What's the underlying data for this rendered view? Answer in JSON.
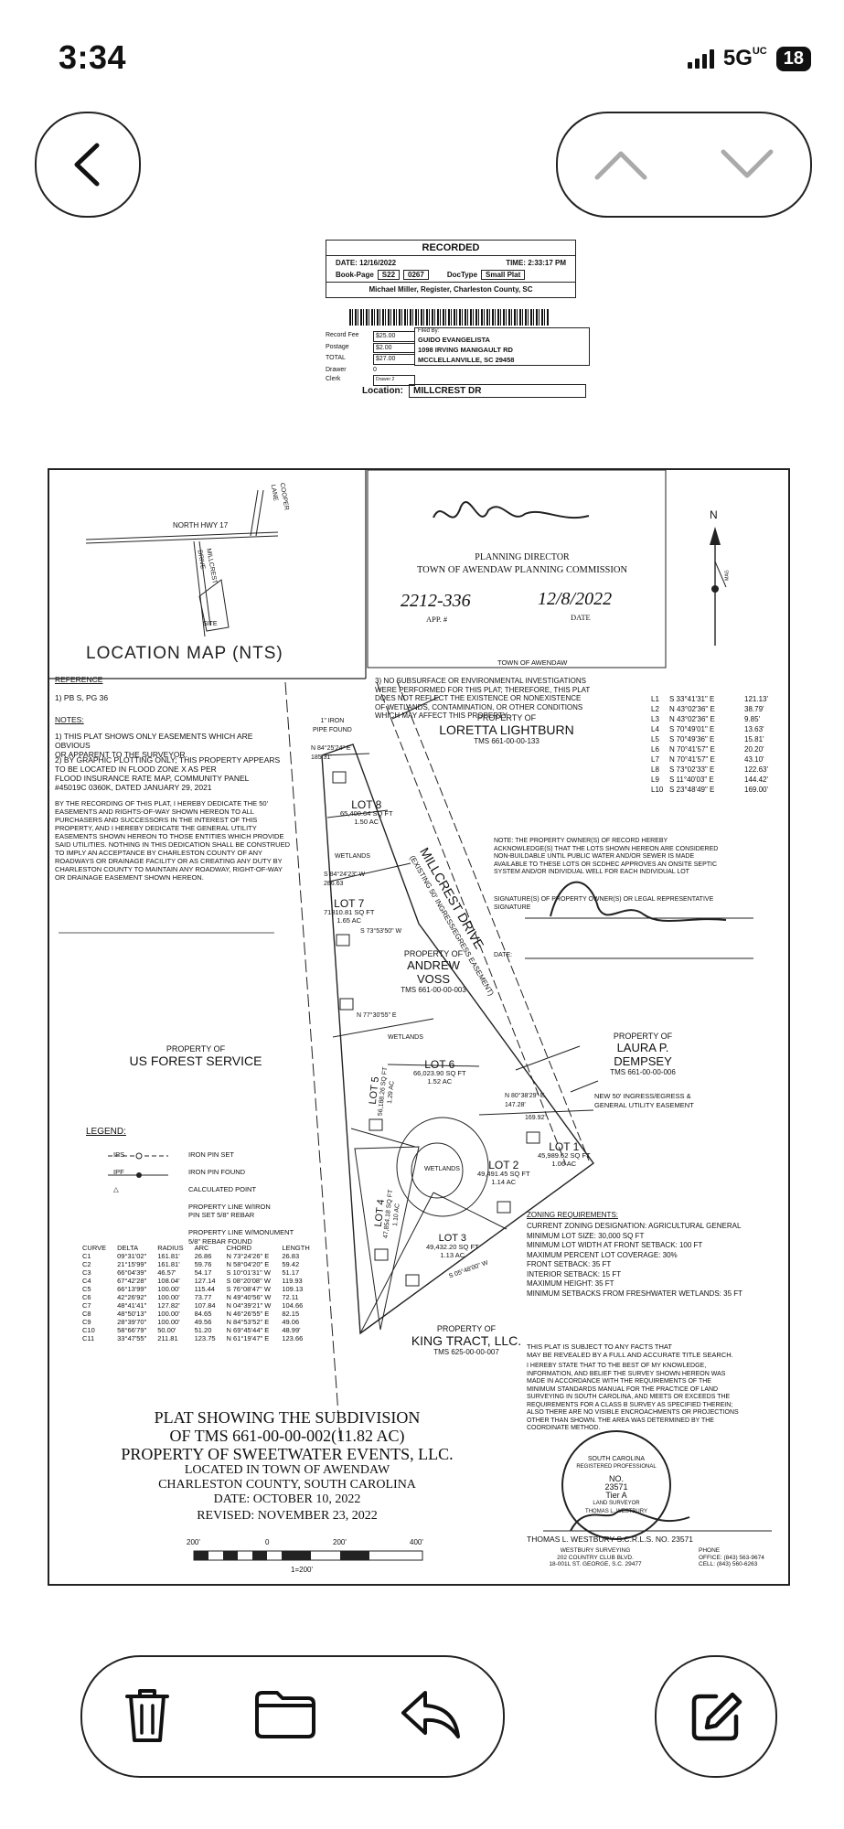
{
  "status": {
    "time": "3:34",
    "network": "5G",
    "network_sup": "UC",
    "battery": "18"
  },
  "recorded": {
    "title": "RECORDED",
    "date_label": "DATE:",
    "date": "12/16/2022",
    "time_label": "TIME:",
    "time": "2:33:17 PM",
    "bookpage_label": "Book-Page",
    "book": "S22",
    "page": "0267",
    "doctype_label": "DocType",
    "doctype": "Small Plat",
    "register": "Michael Miller, Register, Charleston County, SC",
    "fees": [
      {
        "label": "Record Fee",
        "value": "$25.00"
      },
      {
        "label": "Postage",
        "value": "$2.00"
      },
      {
        "label": "TOTAL",
        "value": "$27.00"
      },
      {
        "label": "Drawer",
        "value": "0"
      },
      {
        "label": "Clerk",
        "value": "Drawer 2"
      }
    ],
    "filed_by_label": "Filed By:",
    "filed_by": [
      "GUIDO EVANGELISTA",
      "1098 IRVING MANIGAULT RD",
      "MCCLELLANVILLE, SC 29458"
    ],
    "location_label": "Location:",
    "location": "MILLCREST DR"
  },
  "plat": {
    "north_hwy": "NORTH HWY 17",
    "cooper_lane": "COOPER\nLANE",
    "millcrest": "MILLCREST\nDRIVE",
    "site": "SITE",
    "location_map": "LOCATION MAP (NTS)",
    "planning_director": "PLANNING DIRECTOR",
    "commission": "TOWN OF AWENDAW PLANNING COMMISSION",
    "app_no": "2212-336",
    "app_label": "APP. #",
    "app_date": "12/8/2022",
    "date_label": "DATE",
    "town": "TOWN OF AWENDAW",
    "north": "N",
    "mag": "MAG",
    "reference_title": "REFERENCE",
    "reference": "1) PB S, PG 36",
    "notes_title": "NOTES:",
    "notes": [
      "1) THIS PLAT SHOWS ONLY EASEMENTS WHICH ARE OBVIOUS\n    OR APPARENT TO THE SURVEYOR.",
      "2) BY GRAPHIC PLOTTING ONLY; THIS PROPERTY APPEARS\n    TO BE LOCATED IN FLOOD ZONE X AS PER\n    FLOOD INSURANCE RATE MAP, COMMUNITY PANEL\n    #45019C 0360K, DATED JANUARY 29, 2021"
    ],
    "dedication": "BY THE RECORDING OF THIS PLAT, I HEREBY DEDICATE THE 50'\nEASEMENTS AND RIGHTS-OF-WAY SHOWN HEREON TO ALL\nPURCHASERS AND SUCCESSORS IN THE INTEREST OF THIS\nPROPERTY, AND I HEREBY DEDICATE THE GENERAL UTILITY\nEASEMENTS SHOWN HEREON TO THOSE ENTITIES WHICH PROVIDE\nSAID UTILITIES. NOTHING IN THIS DEDICATION SHALL BE CONSTRUED\nTO IMPLY AN ACCEPTANCE BY CHARLESTON COUNTY OF ANY\nROADWAYS OR DRAINAGE FACILITY OR AS CREATING ANY DUTY BY\nCHARLESTON COUNTY TO MAINTAIN ANY ROADWAY, RIGHT-OF-WAY\nOR DRAINAGE EASEMENT SHOWN HEREON.",
    "note3": "3) NO SUBSURFACE OR ENVIRONMENTAL INVESTIGATIONS\n    WERE PERFORMED FOR THIS PLAT; THEREFORE, THIS PLAT\n    DOES NOT REFLECT THE EXISTENCE OR NONEXISTENCE\n    OF WETLANDS, CONTAMINATION, OR OTHER CONDITIONS\n    WHICH MAY AFFECT THIS PROPERTY.",
    "lines": [
      {
        "id": "L1",
        "bearing": "S 33°41'31\" E",
        "dist": "121.13'"
      },
      {
        "id": "L2",
        "bearing": "N 43°02'36\" E",
        "dist": "38.79'"
      },
      {
        "id": "L3",
        "bearing": "N 43°02'36\" E",
        "dist": "9.85'"
      },
      {
        "id": "L4",
        "bearing": "S 70°49'01\" E",
        "dist": "13.63'"
      },
      {
        "id": "L5",
        "bearing": "S 70°49'36\" E",
        "dist": "15.81'"
      },
      {
        "id": "L6",
        "bearing": "N 70°41'57\" E",
        "dist": "20.20'"
      },
      {
        "id": "L7",
        "bearing": "N 70°41'57\" E",
        "dist": "43.10'"
      },
      {
        "id": "L8",
        "bearing": "S 73°02'33\" E",
        "dist": "122.63'"
      },
      {
        "id": "L9",
        "bearing": "S 11°40'03\" E",
        "dist": "144.42'"
      },
      {
        "id": "L10",
        "bearing": "S 23°48'49\" E",
        "dist": "169.00'"
      }
    ],
    "owner_note": "NOTE: THE PROPERTY OWNER(S) OF RECORD HEREBY\nACKNOWLEDGE(S) THAT THE LOTS SHOWN HEREON ARE CONSIDERED\nNON-BUILDABLE UNTIL PUBLIC WATER AND/OR SEWER IS MADE\nAVAILABLE TO THESE LOTS OR SCDHEC APPROVES AN ONSITE SEPTIC\nSYSTEM AND/OR INDIVIDUAL WELL FOR EACH INDIVIDUAL LOT",
    "owner_sig_label": "SIGNATURE(S) OF PROPERTY OWNER(S) OR LEGAL REPRESENTATIVE\nSIGNATURE",
    "owner_date_label": "DATE:",
    "loretta": {
      "label": "PROPERTY OF",
      "name": "LORETTA LIGHTBURN",
      "tms": "TMS 661-00-00-133"
    },
    "voss": {
      "label": "PROPERTY OF",
      "name": "ANDREW\nVOSS",
      "tms": "TMS 661-00-00-003"
    },
    "dempsey": {
      "label": "PROPERTY OF",
      "name": "LAURA P.\nDEMPSEY",
      "tms": "TMS 661-00-00-006"
    },
    "forest": {
      "label": "PROPERTY OF",
      "name": "US FOREST SERVICE"
    },
    "king": {
      "label": "PROPERTY OF",
      "name": "KING TRACT, LLC.",
      "tms": "TMS 625-00-00-007"
    },
    "iron_pipe": "1\" IRON\nPIPE FOUND",
    "millcrest_drive": "MILLCREST DRIVE",
    "easement": "(EXISTING 50' INGRESS/EGRESS EASEMENT)",
    "new_easement": "NEW 50' INGRESS/EGRESS &\nGENERAL UTILITY EASEMENT",
    "wetlands": "WETLANDS",
    "lots": [
      {
        "name": "LOT 8",
        "area": "65,400.64 SQ FT",
        "ac": "1.50 AC"
      },
      {
        "name": "LOT 7",
        "area": "71810.81 SQ FT",
        "ac": "1.65 AC"
      },
      {
        "name": "LOT 6",
        "area": "66,023.90 SQ FT",
        "ac": "1.52 AC"
      },
      {
        "name": "LOT 5",
        "area": "56,188.26 SQ FT",
        "ac": "1.29 AC"
      },
      {
        "name": "LOT 4",
        "area": "47,854.18 SQ FT",
        "ac": "1.10 AC"
      },
      {
        "name": "LOT 3",
        "area": "49,432.20 SQ FT",
        "ac": "1.13 AC"
      },
      {
        "name": "LOT 2",
        "area": "49,491.45 SQ FT",
        "ac": "1.14 AC"
      },
      {
        "name": "LOT 1",
        "area": "45,989.62 SQ FT",
        "ac": "1.06 AC"
      }
    ],
    "bearings": {
      "b1": "N 84°25'24\" E",
      "b1d": "185.31'",
      "b2": "S 84°24'23\" W",
      "b2d": "286.63",
      "b3": "S 73°53'50\" W",
      "b4": "N 77°30'55\" E",
      "b5": "N 80°38'29\" E",
      "b5d": "147.28'",
      "b6": "169.92'",
      "b7": "S 05°48'00\" W"
    },
    "legend_title": "LEGEND:",
    "legend": [
      {
        "sym": "IPS",
        "text": "IRON PIN SET"
      },
      {
        "sym": "IPF",
        "text": "IRON PIN FOUND"
      },
      {
        "sym": "△",
        "text": "CALCULATED POINT"
      },
      {
        "sym": "",
        "text": "PROPERTY LINE W/IRON\nPIN SET 5/8\" REBAR"
      },
      {
        "sym": "",
        "text": "PROPERTY LINE W/MONUMENT\n5/8\" REBAR FOUND"
      }
    ],
    "curve_headers": [
      "CURVE",
      "DELTA",
      "RADIUS",
      "ARC",
      "CHORD",
      "LENGTH"
    ],
    "curves": [
      [
        "C1",
        "09°31'02\"",
        "161.81'",
        "26.86",
        "N 73°24'26\" E",
        "26.83"
      ],
      [
        "C2",
        "21°15'99\"",
        "161.81'",
        "59.76",
        "N 58°04'20\" E",
        "59.42"
      ],
      [
        "C3",
        "66°04'39\"",
        "46.57'",
        "54.17",
        "S 10°01'31\" W",
        "51.17"
      ],
      [
        "C4",
        "67°42'28\"",
        "108.04'",
        "127.14",
        "S 08°20'08\" W",
        "119.93"
      ],
      [
        "C5",
        "66°13'99\"",
        "100.00'",
        "115.44",
        "S 76°08'47\" W",
        "109.13"
      ],
      [
        "C6",
        "42°26'92\"",
        "100.00'",
        "73.77",
        "N 49°40'56\" W",
        "72.11"
      ],
      [
        "C7",
        "48°41'41\"",
        "127.82'",
        "107.84",
        "N 04°39'21\" W",
        "104.66"
      ],
      [
        "C8",
        "48°50'13\"",
        "100.00'",
        "84.65",
        "N 46°26'55\" E",
        "82.15"
      ],
      [
        "C9",
        "28°39'70\"",
        "100.00'",
        "49.56",
        "N 84°53'52\" E",
        "49.06"
      ],
      [
        "C10",
        "58°66'79\"",
        "50.00'",
        "51.20",
        "N 69°45'44\" E",
        "48.99'"
      ],
      [
        "C11",
        "33°47'55\"",
        "211.81",
        "123.75",
        "N 61°19'47\" E",
        "123.66"
      ]
    ],
    "zoning_title": "ZONING REQUIREMENTS:",
    "zoning": "CURRENT ZONING DESIGNATION: AGRICULTURAL GENERAL\nMINIMUM LOT SIZE: 30,000 SQ FT\nMINIMUM LOT WIDTH AT FRONT SETBACK: 100 FT\nMAXIMUM PERCENT LOT COVERAGE: 30%\nFRONT SETBACK: 35 FT\nINTERIOR SETBACK: 15 FT\nMAXIMUM HEIGHT: 35 FT\nMINIMUM SETBACKS FROM FRESHWATER WETLANDS: 35 FT",
    "subject": "THIS PLAT IS SUBJECT TO ANY FACTS THAT\nMAY BE REVEALED BY A FULL AND ACCURATE TITLE SEARCH.",
    "certify": "I HEREBY STATE THAT TO THE BEST OF MY KNOWLEDGE,\nINFORMATION, AND BELIEF THE SURVEY SHOWN HEREON WAS\nMADE IN ACCORDANCE WITH THE REQUIREMENTS OF THE\nMINIMUM STANDARDS MANUAL FOR THE PRACTICE OF LAND\nSURVEYING IN SOUTH CAROLINA, AND MEETS OR EXCEEDS THE\nREQUIREMENTS FOR A CLASS B SURVEY AS SPECIFIED THEREIN;\nALSO THERE ARE NO VISIBLE ENCROACHMENTS OR PROJECTIONS\nOTHER THAN SHOWN. THE AREA WAS DETERMINED BY THE\nCOORDINATE METHOD.",
    "seal_outer": "SOUTH CAROLINA",
    "seal_reg": "REGISTERED PROFESSIONAL",
    "seal_no": "NO.",
    "seal_num": "23571",
    "seal_tier": "Tier A",
    "seal_bottom": "LAND SURVEYOR",
    "seal_name": "THOMAS L. WESTBURY",
    "surveyor": "THOMAS L. WESTBURY   S.C.R.L.S. NO. 23571",
    "surveyor_co": "WESTBURY SURVEYING\n202 COUNTRY CLUB BLVD.\n18-001L  ST. GEORGE, S.C. 29477",
    "phone": "PHONE\nOFFICE: (843) 563-9674\nCELL:  (843) 560-6263",
    "title": [
      "PLAT SHOWING THE SUBDIVISION",
      "OF TMS 661-00-00-002(11.82 AC)",
      "PROPERTY OF SWEETWATER EVENTS, LLC.",
      "LOCATED IN  TOWN OF AWENDAW",
      "CHARLESTON COUNTY, SOUTH CAROLINA",
      "DATE: OCTOBER 10, 2022",
      "REVISED: NOVEMBER 23, 2022"
    ],
    "scale_labels": [
      "200'",
      "0",
      "200'",
      "400'"
    ],
    "scale_ratio": "1=200'"
  }
}
